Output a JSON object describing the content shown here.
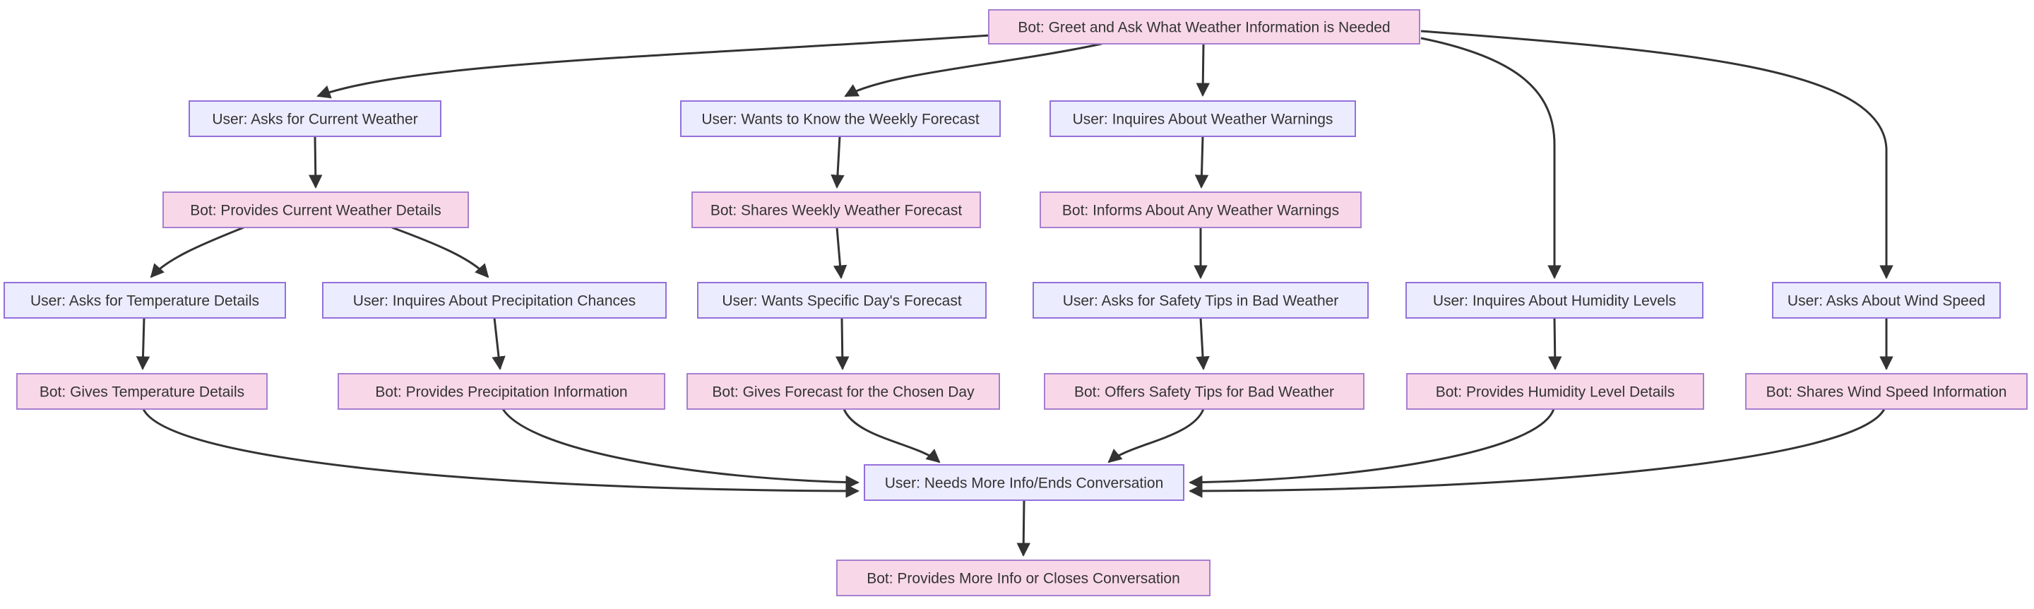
{
  "diagram": {
    "type": "flowchart",
    "direction": "top-down",
    "subject": "weather-chatbot-conversation-flow",
    "colors": {
      "background": "#ffffff",
      "edge": "#333333",
      "text": "#333333",
      "user_fill": "#ECECFF",
      "user_stroke": "#9370DB",
      "bot_fill": "#F8D8E8",
      "bot_stroke": "#A77FD0"
    },
    "nodes": {
      "greet": {
        "actor": "bot",
        "label": "Bot: Greet and Ask What Weather Information is Needed"
      },
      "u_current": {
        "actor": "user",
        "label": "User: Asks for Current Weather"
      },
      "u_weekly": {
        "actor": "user",
        "label": "User: Wants to Know the Weekly Forecast"
      },
      "u_warnings": {
        "actor": "user",
        "label": "User: Inquires About Weather Warnings"
      },
      "b_current": {
        "actor": "bot",
        "label": "Bot: Provides Current Weather Details"
      },
      "b_weekly": {
        "actor": "bot",
        "label": "Bot: Shares Weekly Weather Forecast"
      },
      "b_warnings": {
        "actor": "bot",
        "label": "Bot: Informs About Any Weather Warnings"
      },
      "u_temp": {
        "actor": "user",
        "label": "User: Asks for Temperature Details"
      },
      "u_precip": {
        "actor": "user",
        "label": "User: Inquires About Precipitation Chances"
      },
      "u_day": {
        "actor": "user",
        "label": "User: Wants Specific Day's Forecast"
      },
      "u_safety": {
        "actor": "user",
        "label": "User: Asks for Safety Tips in Bad Weather"
      },
      "u_humidity": {
        "actor": "user",
        "label": "User: Inquires About Humidity Levels"
      },
      "u_wind": {
        "actor": "user",
        "label": "User: Asks About Wind Speed"
      },
      "b_temp": {
        "actor": "bot",
        "label": "Bot: Gives Temperature Details"
      },
      "b_precip": {
        "actor": "bot",
        "label": "Bot: Provides Precipitation Information"
      },
      "b_day": {
        "actor": "bot",
        "label": "Bot: Gives Forecast for the Chosen Day"
      },
      "b_safety": {
        "actor": "bot",
        "label": "Bot: Offers Safety Tips for Bad Weather"
      },
      "b_humidity": {
        "actor": "bot",
        "label": "Bot: Provides Humidity Level Details"
      },
      "b_wind": {
        "actor": "bot",
        "label": "Bot: Shares Wind Speed Information"
      },
      "u_more": {
        "actor": "user",
        "label": "User: Needs More Info/Ends Conversation"
      },
      "b_more": {
        "actor": "bot",
        "label": "Bot: Provides More Info or Closes Conversation"
      }
    },
    "edges": [
      {
        "from": "greet",
        "to": "u_current"
      },
      {
        "from": "greet",
        "to": "u_weekly"
      },
      {
        "from": "greet",
        "to": "u_warnings"
      },
      {
        "from": "greet",
        "to": "u_humidity"
      },
      {
        "from": "greet",
        "to": "u_wind"
      },
      {
        "from": "u_current",
        "to": "b_current"
      },
      {
        "from": "u_weekly",
        "to": "b_weekly"
      },
      {
        "from": "u_warnings",
        "to": "b_warnings"
      },
      {
        "from": "b_current",
        "to": "u_temp"
      },
      {
        "from": "b_current",
        "to": "u_precip"
      },
      {
        "from": "b_weekly",
        "to": "u_day"
      },
      {
        "from": "b_warnings",
        "to": "u_safety"
      },
      {
        "from": "u_temp",
        "to": "b_temp"
      },
      {
        "from": "u_precip",
        "to": "b_precip"
      },
      {
        "from": "u_day",
        "to": "b_day"
      },
      {
        "from": "u_safety",
        "to": "b_safety"
      },
      {
        "from": "u_humidity",
        "to": "b_humidity"
      },
      {
        "from": "u_wind",
        "to": "b_wind"
      },
      {
        "from": "b_temp",
        "to": "u_more"
      },
      {
        "from": "b_precip",
        "to": "u_more"
      },
      {
        "from": "b_day",
        "to": "u_more"
      },
      {
        "from": "b_safety",
        "to": "u_more"
      },
      {
        "from": "b_humidity",
        "to": "u_more"
      },
      {
        "from": "b_wind",
        "to": "u_more"
      },
      {
        "from": "u_more",
        "to": "b_more"
      }
    ]
  }
}
